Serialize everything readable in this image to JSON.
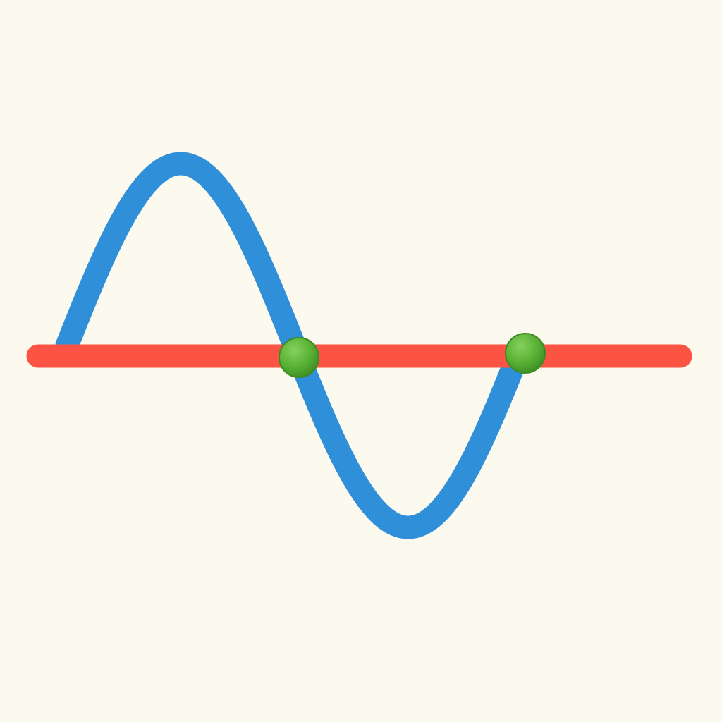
{
  "colors": {
    "background": "#FCF9EF",
    "curve": "#2F8FD8",
    "axis_line": "#FB5445",
    "marker": "#59B235",
    "marker_highlight": "#86D05E",
    "marker_shadow": "#3C8A22"
  },
  "diagram": {
    "curve": "sine",
    "cycles_shown": 1,
    "marked_points": 2
  }
}
